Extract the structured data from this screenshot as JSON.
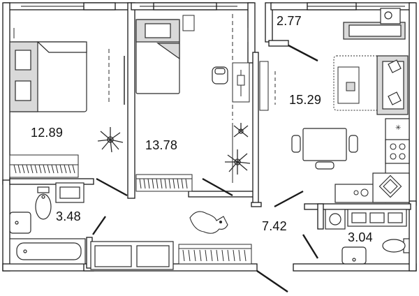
{
  "rooms": [
    {
      "id": "bedroom-1",
      "area": "12.89"
    },
    {
      "id": "bedroom-2",
      "area": "13.78"
    },
    {
      "id": "balcony",
      "area": "2.77"
    },
    {
      "id": "kitchen-living",
      "area": "15.29"
    },
    {
      "id": "bathroom",
      "area": "3.48"
    },
    {
      "id": "hallway",
      "area": "7.42"
    },
    {
      "id": "wc",
      "area": "3.04"
    }
  ],
  "colors": {
    "wall": "#1a1a1a",
    "wall_fill": "#ffffff",
    "furniture_stroke": "#2b2b2b",
    "furniture_fill": "#d9d9d9",
    "accent_fill": "#cfcfcf",
    "plant": "#2b2b2b"
  },
  "icons": [
    "bed-icon",
    "sofa-icon",
    "dining-table-icon",
    "desk-chair-icon",
    "bathtub-icon",
    "toilet-icon",
    "sink-icon",
    "washing-machine-icon",
    "stove-icon",
    "plant-icon",
    "dog-icon",
    "tv-icon"
  ]
}
